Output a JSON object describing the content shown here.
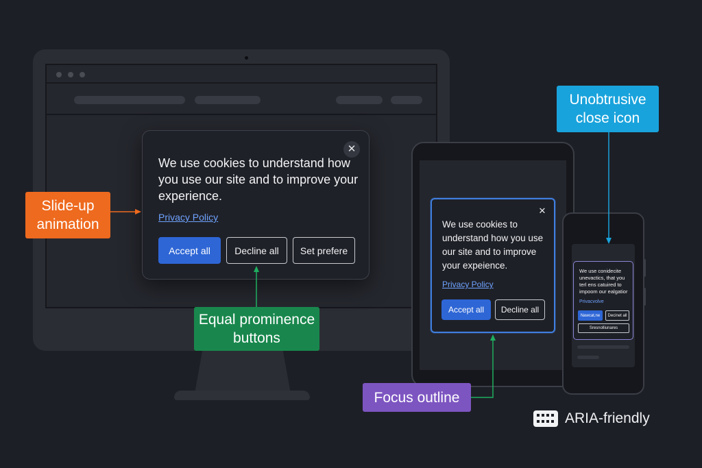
{
  "desktop": {
    "modal": {
      "message": "We use cookies to understand how you use our site and to improve your experience.",
      "privacy_link": "Privacy Policy",
      "accept": "Accept all",
      "decline": "Decline all",
      "preferences": "Set prefere",
      "close_glyph": "✕"
    }
  },
  "tablet": {
    "modal": {
      "message": "We use cookies to understand how you use our site and to improve your expeience.",
      "privacy_link": "Privacy Policy",
      "accept": "Accept all",
      "decline": "Decline all",
      "close_glyph": "✕"
    }
  },
  "phone": {
    "modal": {
      "message": "We use conidecite unevactics, that you terl ens catuired to impoom our ealgatior",
      "privacy_link": "Privacvolve",
      "accept": "Nawcat,ne",
      "decline": "Decinet all",
      "preferences": "Sresnolliunares"
    }
  },
  "callouts": {
    "slide_up": "Slide-up animation",
    "equal_prominence": "Equal prominence buttons",
    "focus_outline": "Focus outline",
    "close_icon": "Unobtrusive close icon"
  },
  "badge": {
    "label": "ARIA-friendly",
    "icon": "keyboard-icon"
  },
  "colors": {
    "background": "#1d1f26",
    "primary_button": "#2e66d6",
    "link": "#6fa3ff",
    "slide_up_callout": "#ee6a1e",
    "equal_prominence_callout": "#19874d",
    "focus_outline_callout": "#7d55c1",
    "close_icon_callout": "#19a3dc",
    "tablet_focus_outline": "#3f7fe0",
    "phone_focus_outline": "#8a86d8"
  }
}
